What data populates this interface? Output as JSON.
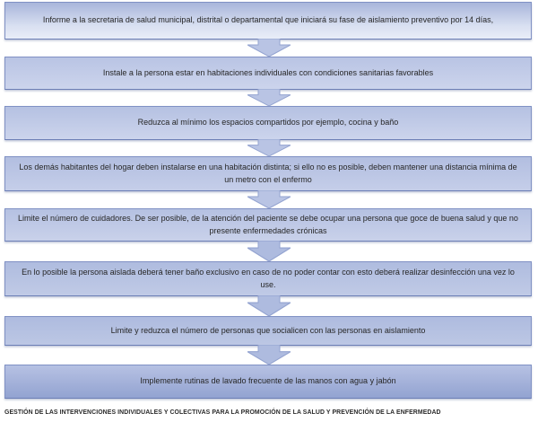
{
  "diagram": {
    "steps": [
      {
        "text": "Informe a la secretaria de salud municipal, distrital o departamental que iniciará su fase de aislamiento preventivo por 14 días,"
      },
      {
        "text": "Instale a la persona estar en habitaciones individuales con condiciones sanitarias favorables"
      },
      {
        "text": "Reduzca al mínimo los espacios compartidos por ejemplo, cocina y baño"
      },
      {
        "text": "Los demás habitantes del hogar deben instalarse en una habitación distinta; si ello no es posible, deben mantener una distancia mínima de un metro con el enfermo"
      },
      {
        "text": "Limite el número de cuidadores. De ser posible, de la atención del paciente se debe ocupar una persona que goce de buena salud y que no presente enfermedades crónicas"
      },
      {
        "text": "En lo posible la persona aislada deberá tener baño exclusivo en caso de no poder contar con esto deberá realizar desinfección una vez lo use."
      },
      {
        "text": "Limite  y reduzca  el número de personas que socialicen con las personas en aislamiento"
      },
      {
        "text": "Implemente rutinas de lavado frecuente de las manos con agua y jabón"
      }
    ],
    "footer": "GESTIÓN DE LAS INTERVENCIONES INDIVIDUALES Y COLECTIVAS PARA LA PROMOCIÓN DE LA SALUD Y PREVENCIÓN DE LA ENFERMEDAD",
    "colors": {
      "box_border": "#8091c4",
      "box_fill_top": "#b4c0e1",
      "box_fill_bottom": "#c8d1ea",
      "arrow_fill": "#b9c4e4",
      "arrow_border": "#93a3d0",
      "text": "#262626",
      "footer_text": "#2b2b2b"
    }
  }
}
